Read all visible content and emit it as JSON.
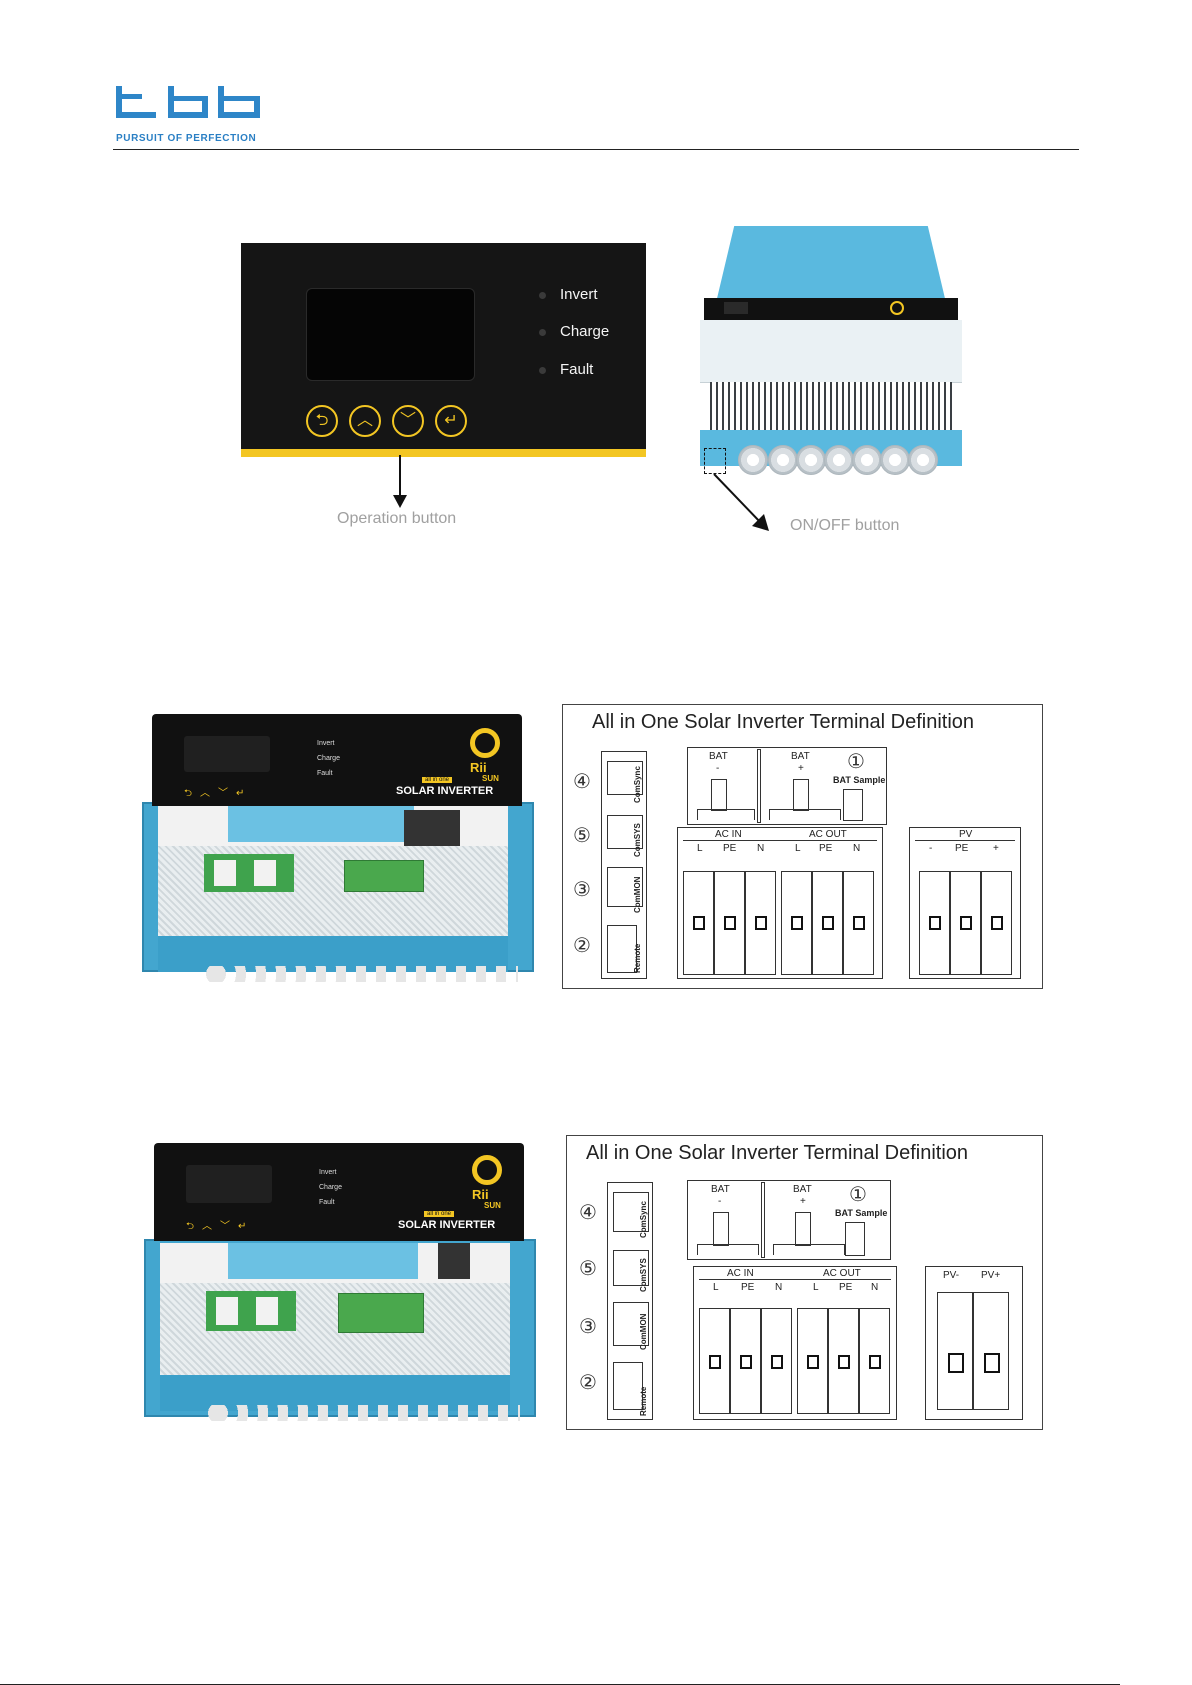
{
  "header": {
    "tagline": "PURSUIT OF PERFECTION"
  },
  "panel": {
    "leds": [
      {
        "label": "Invert"
      },
      {
        "label": "Charge"
      },
      {
        "label": "Fault"
      }
    ],
    "buttons": [
      "back-icon",
      "up-icon",
      "down-icon",
      "enter-icon"
    ],
    "operation_caption": "Operation button"
  },
  "device": {
    "onoff_caption": "ON/OFF button"
  },
  "inverter_face": {
    "leds": [
      "Invert",
      "Charge",
      "Fault"
    ],
    "brand_line1": "Rii",
    "brand_line2": "SUN",
    "badge": "all in one",
    "product": "SOLAR INVERTER"
  },
  "diagram1": {
    "title": "All in One Solar Inverter Terminal Definition",
    "ports": [
      {
        "num": "④",
        "label": "ComSync"
      },
      {
        "num": "⑤",
        "label": "ComSYS"
      },
      {
        "num": "③",
        "label": "ComMON"
      },
      {
        "num": "②",
        "label": "Remote"
      }
    ],
    "bat_neg": "BAT",
    "bat_neg_sign": "-",
    "bat_pos": "BAT",
    "bat_pos_sign": "+",
    "bat_sample_num": "①",
    "bat_sample": "BAT Sample",
    "ac_in": "AC IN",
    "ac_out": "AC OUT",
    "ac_in_cols": [
      "L",
      "PE",
      "N"
    ],
    "ac_out_cols": [
      "L",
      "PE",
      "N"
    ],
    "pv": "PV",
    "pv_cols": [
      "-",
      "PE",
      "+"
    ]
  },
  "diagram2": {
    "title": "All in One Solar Inverter Terminal Definition",
    "ports": [
      {
        "num": "④",
        "label": "ComSync"
      },
      {
        "num": "⑤",
        "label": "ComSYS"
      },
      {
        "num": "③",
        "label": "ComMON"
      },
      {
        "num": "②",
        "label": "Remote"
      }
    ],
    "bat_neg": "BAT",
    "bat_neg_sign": "-",
    "bat_pos": "BAT",
    "bat_pos_sign": "+",
    "bat_sample_num": "①",
    "bat_sample": "BAT Sample",
    "ac_in": "AC IN",
    "ac_out": "AC OUT",
    "ac_in_cols": [
      "L",
      "PE",
      "N"
    ],
    "ac_out_cols": [
      "L",
      "PE",
      "N"
    ],
    "pv_neg": "PV-",
    "pv_pos": "PV+"
  }
}
